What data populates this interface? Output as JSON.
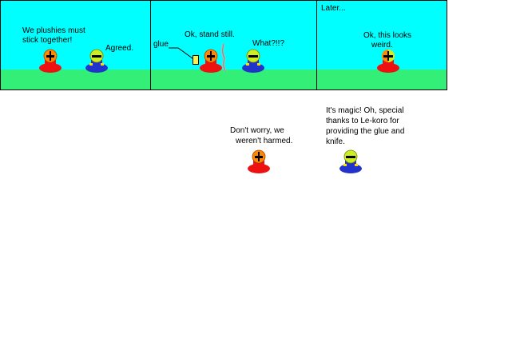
{
  "panel1": {
    "line1": "We plushies must",
    "line2": "stick together!",
    "reply": "Agreed."
  },
  "panel2": {
    "glue_label": "glue",
    "speech": "Ok, stand still.",
    "reply": "What?!!?"
  },
  "panel3": {
    "caption": "Later...",
    "line1": "Ok, this looks",
    "line2": "weird."
  },
  "below": {
    "left_line1": "Don't worry, we",
    "left_line2": "weren't harmed.",
    "right_line1": "It's magic! Oh, special",
    "right_line2": "thanks to Le-koro for",
    "right_line3": "providing the glue and",
    "right_line4": "knife."
  },
  "colors": {
    "sky": "#00ffff",
    "grass": "#33ee77",
    "orange_head": "#ff8800",
    "red_body": "#ee1111",
    "yellow_head": "#ccee22",
    "blue_body": "#2233cc"
  }
}
